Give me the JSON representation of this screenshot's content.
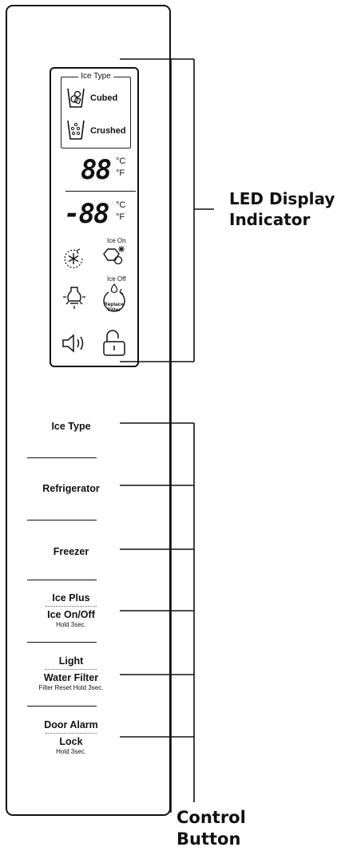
{
  "led_display": {
    "ice_type_title": "Ice Type",
    "cubed_label": "Cubed",
    "crushed_label": "Crushed",
    "fridge_digits": "88",
    "freezer_digits": "-88",
    "unit_c": "°C",
    "unit_f": "°F",
    "ice_on_label": "Ice On",
    "ice_off_label": "Ice Off",
    "replace_filter_line1": "Replace",
    "replace_filter_line2": "Filter"
  },
  "buttons": {
    "ice_type": "Ice Type",
    "refrigerator": "Refrigerator",
    "freezer": "Freezer",
    "ice_plus": "Ice Plus",
    "ice_on_off": "Ice On/Off",
    "ice_on_off_hint": "Hold 3sec.",
    "light": "Light",
    "water_filter": "Water Filter",
    "water_filter_hint": "Filter Reset Hold 3sec.",
    "door_alarm": "Door Alarm",
    "lock": "Lock",
    "lock_hint": "Hold 3sec."
  },
  "callouts": {
    "led_line1": "LED Display",
    "led_line2": "Indicator",
    "control_line1": "Control",
    "control_line2": "Button"
  }
}
